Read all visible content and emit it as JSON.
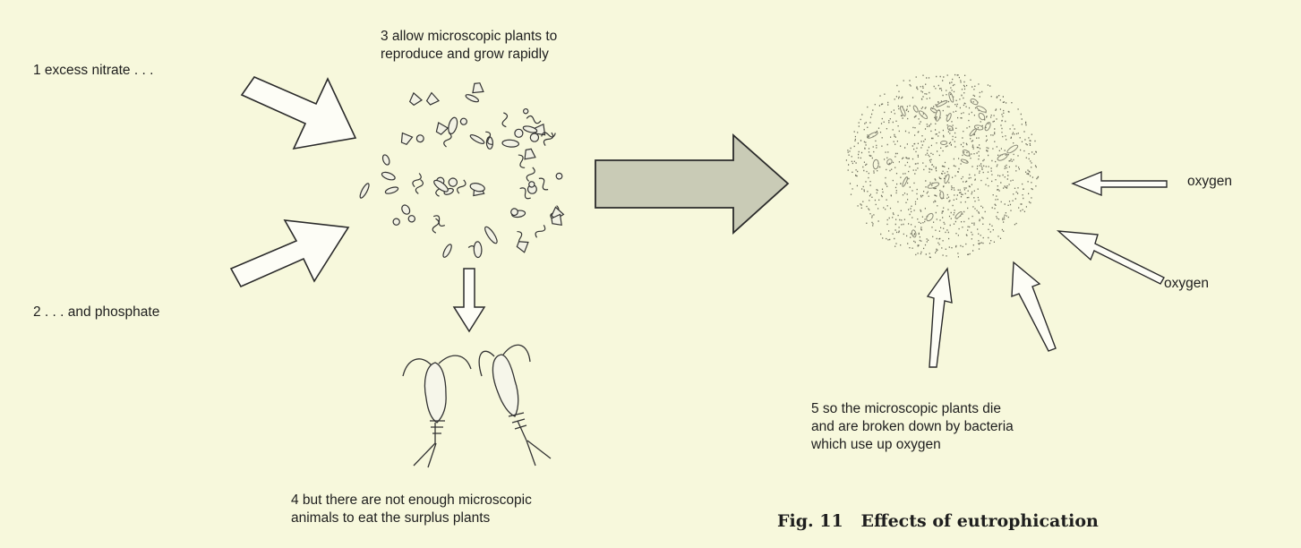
{
  "labels": {
    "nitrate": "1 excess nitrate . . .",
    "phosphate": "2 . . . and phosphate",
    "plants_grow": "3 allow microscopic plants to\nreproduce and grow rapidly",
    "animals": "4 but there are not enough microscopic\nanimals to eat the surplus plants",
    "decay": "5 so the microscopic plants die\nand are broken down by bacteria\nwhich use up oxygen",
    "oxygen_1": "oxygen",
    "oxygen_2": "oxygen"
  },
  "caption": "Fig. 11   Effects of eutrophication",
  "colors": {
    "background": "#f7f8dc",
    "outline": "#2a2a2a",
    "big_arrow_fill": "#c9cbb6",
    "dots": "#6f6f5e"
  }
}
